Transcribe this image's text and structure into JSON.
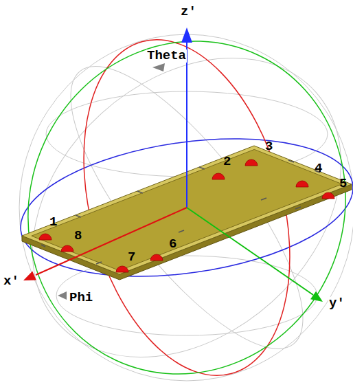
{
  "diagram": {
    "labels": [
      "z'",
      "Theta",
      "2",
      "3",
      "4",
      "5",
      "1",
      "8",
      "6",
      "7",
      "x'",
      "Phi",
      "y'"
    ]
  }
}
